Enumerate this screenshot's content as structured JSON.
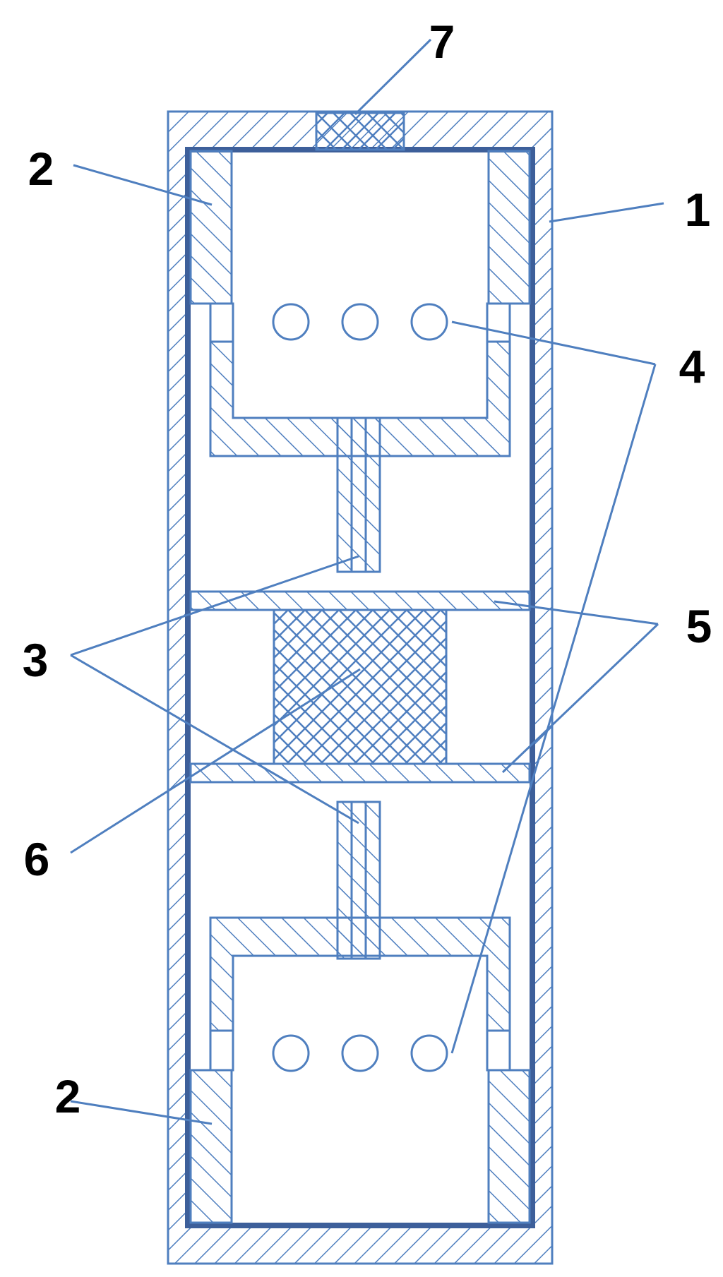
{
  "labels": {
    "housing": "1",
    "upper_seal": "2",
    "lower_seal": "2",
    "tube": "3",
    "holes": "4",
    "plates": "5",
    "filter": "6",
    "vent": "7"
  },
  "colors": {
    "line": "#4f7fbf",
    "inner_wall": "#3d5f9a",
    "label": "#000000",
    "background": "#ffffff"
  }
}
